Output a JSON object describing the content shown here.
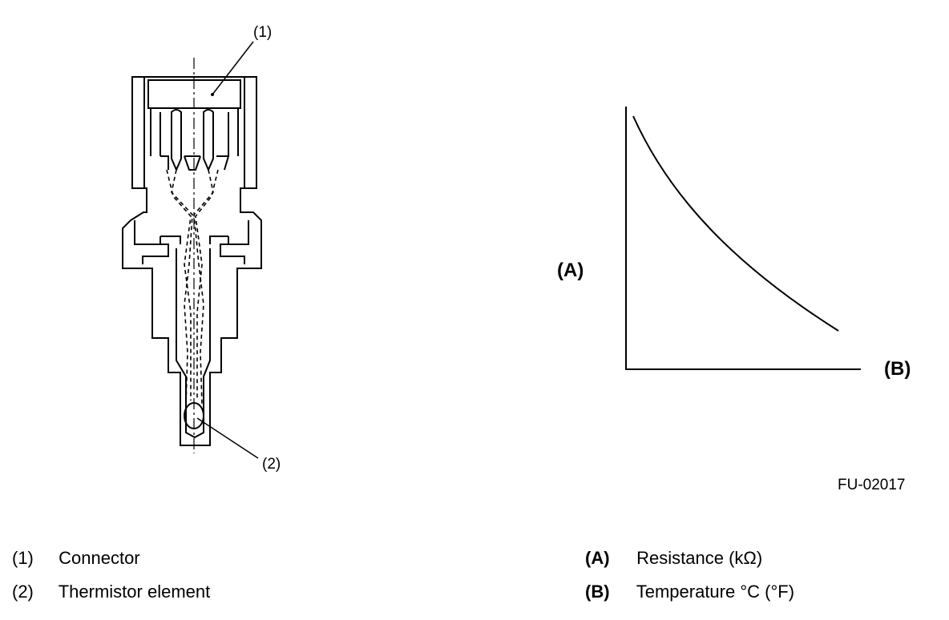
{
  "callouts": {
    "c1": "(1)",
    "c2": "(2)"
  },
  "graph": {
    "y_axis_label": "(A)",
    "x_axis_label": "(B)"
  },
  "figure_id": "FU-02017",
  "legend": {
    "left": [
      {
        "key": "(1)",
        "text": "Connector"
      },
      {
        "key": "(2)",
        "text": "Thermistor element"
      }
    ],
    "right": [
      {
        "key": "(A)",
        "text": "Resistance (kΩ)"
      },
      {
        "key": "(B)",
        "text": "Temperature °C (°F)"
      }
    ]
  }
}
